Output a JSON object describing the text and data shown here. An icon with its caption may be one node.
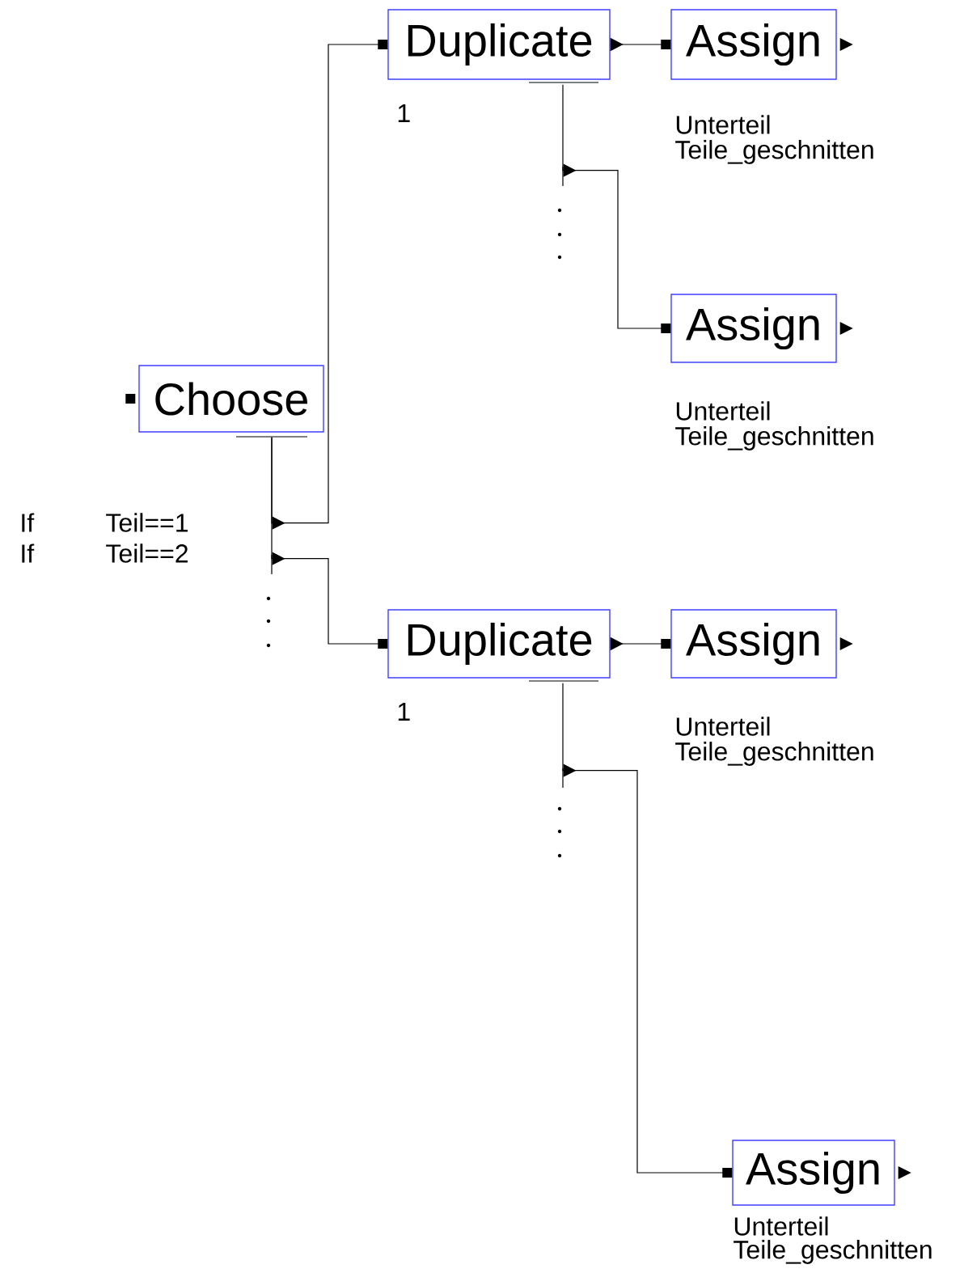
{
  "diagram": {
    "nodes": [
      {
        "text": [
          "Choose"
        ]
      },
      {
        "text": [
          "Duplicate"
        ],
        "beside": [
          "1"
        ]
      },
      {
        "text": [
          "Assign"
        ],
        "beside": [
          "Unterteil",
          "Teile_geschnitten"
        ]
      },
      {
        "text": [
          "Assign"
        ],
        "beside": [
          "Unterteil",
          "Teile_geschnitten"
        ]
      },
      {
        "text": [
          "Duplicate"
        ],
        "beside": [
          "1"
        ]
      },
      {
        "text": [
          "Assign"
        ],
        "beside": [
          "Unterteil",
          "Teile_geschnitten"
        ]
      },
      {
        "text": [
          "Assign"
        ],
        "beside": [
          "Unterteil",
          "Teile_geschnitten"
        ]
      }
    ],
    "edges": [
      {
        "from": 0,
        "to": 1,
        "arrow": "to"
      },
      {
        "from": 0,
        "to": 4,
        "arrow": "to"
      },
      {
        "from": 1,
        "to": 2,
        "arrow": "to"
      },
      {
        "from": 1,
        "to": 3,
        "arrow": "to"
      },
      {
        "from": 4,
        "to": 5,
        "arrow": "to"
      },
      {
        "from": 4,
        "to": 6,
        "arrow": "to"
      }
    ],
    "labels": [
      "If",
      "Teil==1",
      "If",
      "Teil==2"
    ]
  }
}
